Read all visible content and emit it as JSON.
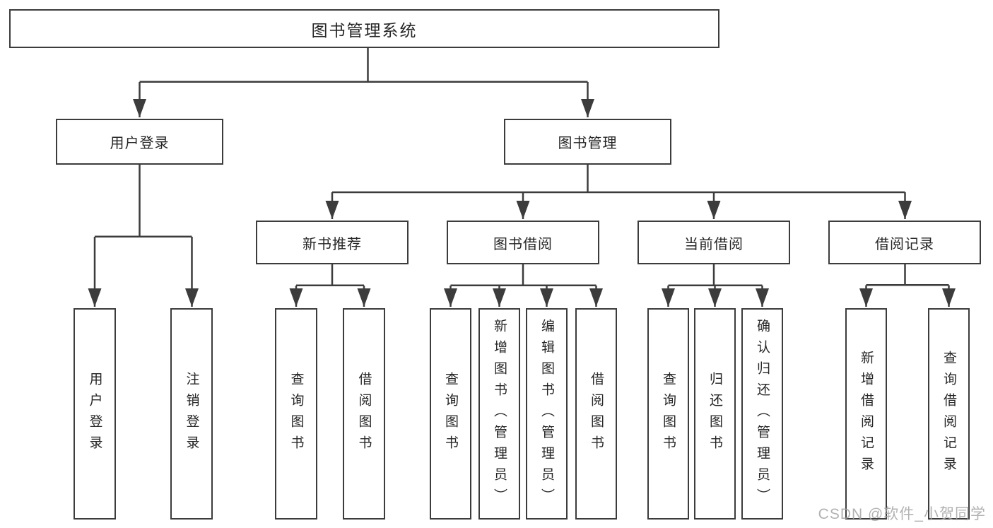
{
  "diagram": {
    "tree": {
      "label": "图书管理系统",
      "children": [
        {
          "label": "用户登录",
          "children": [
            {
              "label": "用户登录"
            },
            {
              "label": "注销登录"
            }
          ]
        },
        {
          "label": "图书管理",
          "children": [
            {
              "label": "新书推荐",
              "children": [
                {
                  "label": "查询图书"
                },
                {
                  "label": "借阅图书"
                }
              ]
            },
            {
              "label": "图书借阅",
              "children": [
                {
                  "label": "查询图书"
                },
                {
                  "label": "新增图书（管理员）"
                },
                {
                  "label": "编辑图书（管理员）"
                },
                {
                  "label": "借阅图书"
                }
              ]
            },
            {
              "label": "当前借阅",
              "children": [
                {
                  "label": "查询图书"
                },
                {
                  "label": "归还图书"
                },
                {
                  "label": "确认归还（管理员）"
                }
              ]
            },
            {
              "label": "借阅记录",
              "children": [
                {
                  "label": "新增借阅记录"
                },
                {
                  "label": "查询借阅记录"
                }
              ]
            }
          ]
        }
      ]
    },
    "colors": {
      "line": "#3c3c3c",
      "text": "#262626",
      "background": "#ffffff",
      "watermark": "#a5a5a5"
    },
    "watermark": {
      "text": "CSDN @软件_小贺同学"
    }
  }
}
